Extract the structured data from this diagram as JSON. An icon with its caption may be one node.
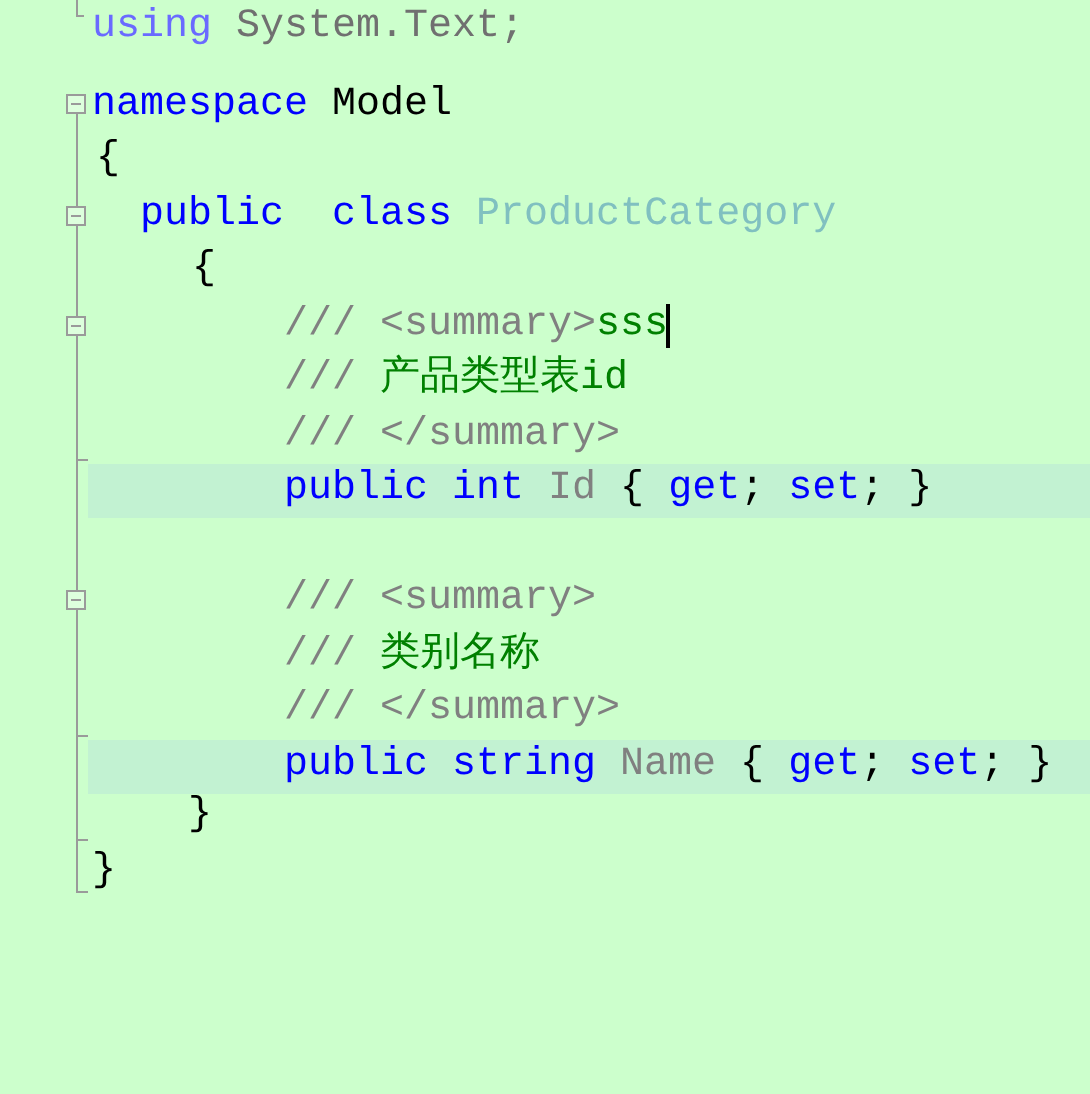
{
  "diagram": {
    "labels": [
      "using System.Text;",
      "namespace Model",
      "{",
      "public  class ProductCategory",
      "{",
      "/// <summary>",
      "sss",
      "/// 产品类型表id",
      "/// </summary>",
      "public int Id { get; set; }",
      "/// <summary>",
      "/// 类别名称",
      "/// </summary>",
      "public string Name { get; set; }",
      "}",
      "}"
    ]
  }
}
